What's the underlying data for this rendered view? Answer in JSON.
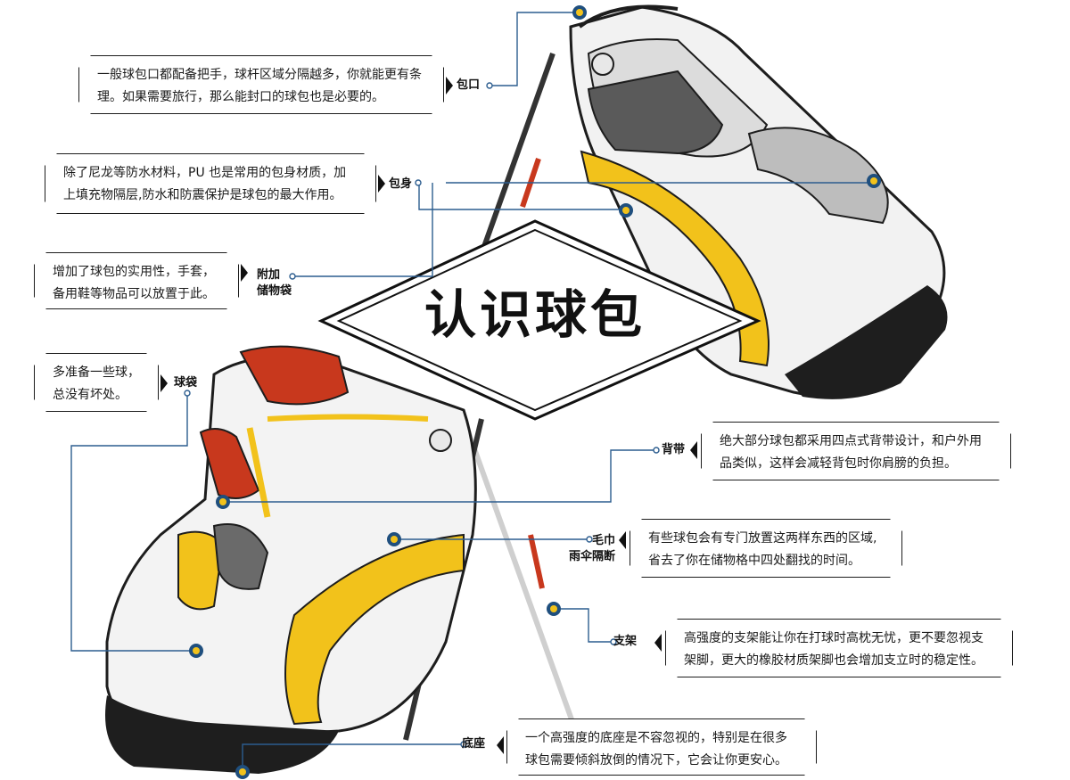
{
  "title": "认识球包",
  "callouts": [
    {
      "id": "bagmouth",
      "label": "包口",
      "text": "一般球包口都配备把手，球杆区域分隔越多，你就能更有条理。如果需要旅行，那么能封口的球包也是必要的。"
    },
    {
      "id": "body",
      "label": "包身",
      "text": "除了尼龙等防水材料，PU 也是常用的包身材质，加上填充物隔层,防水和防震保护是球包的最大作用。"
    },
    {
      "id": "storage",
      "label_line1": "附加",
      "label_line2": "储物袋",
      "text": "增加了球包的实用性，手套，备用鞋等物品可以放置于此。"
    },
    {
      "id": "ballpocket",
      "label": "球袋",
      "text": "多准备一些球，总没有坏处。"
    },
    {
      "id": "strap",
      "label": "背带",
      "text": "绝大部分球包都采用四点式背带设计，和户外用品类似，这样会减轻背包时你肩膀的负担。"
    },
    {
      "id": "towel",
      "label_line1": "毛巾",
      "label_line2": "雨伞隔断",
      "text": "有些球包会有专门放置这两样东西的区域,省去了你在储物格中四处翻找的时间。"
    },
    {
      "id": "stand",
      "label": "支架",
      "text": "高强度的支架能让你在打球时高枕无忧，更不要忽视支架脚，更大的橡胶材质架脚也会增加支立时的稳定性。"
    },
    {
      "id": "base",
      "label": "底座",
      "text": "一个高强度的底座是不容忽视的，特别是在很多球包需要倾斜放倒的情况下，它会让你更安心。"
    }
  ],
  "colors": {
    "accent_yellow": "#f2c21b",
    "accent_red": "#c8381d",
    "line_blue": "#2c5d8f",
    "outline": "#1d1d1d"
  }
}
